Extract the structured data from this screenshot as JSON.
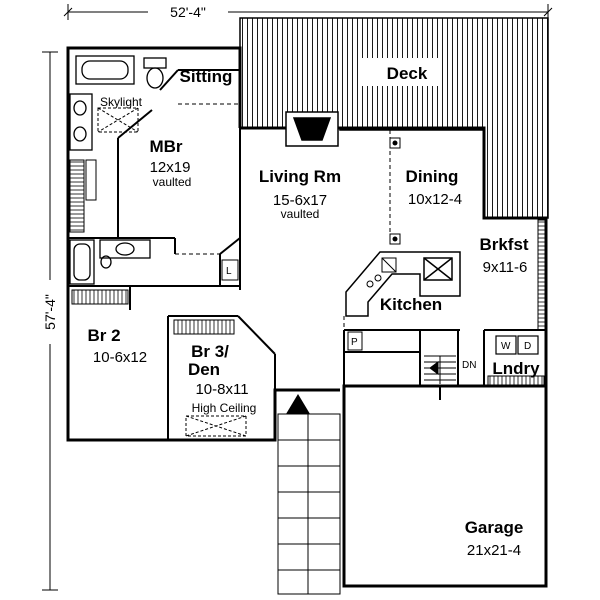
{
  "overall": {
    "width": "52'-4\"",
    "depth": "57'-4\""
  },
  "rooms": [
    {
      "id": "deck",
      "name": "Deck"
    },
    {
      "id": "sitting",
      "name": "Sitting"
    },
    {
      "id": "mbr",
      "name": "MBr",
      "size": "12x19",
      "note": "vaulted"
    },
    {
      "id": "living",
      "name": "Living Rm",
      "size": "15-6x17",
      "note": "vaulted"
    },
    {
      "id": "dining",
      "name": "Dining",
      "size": "10x12-4"
    },
    {
      "id": "brkfst",
      "name": "Brkfst",
      "size": "9x11-6"
    },
    {
      "id": "kitchen",
      "name": "Kitchen"
    },
    {
      "id": "br2",
      "name": "Br 2",
      "size": "10-6x12"
    },
    {
      "id": "br3",
      "name": "Br 3/",
      "name2": "Den",
      "size": "10-8x11",
      "note": "High Ceiling"
    },
    {
      "id": "lndry",
      "name": "Lndry"
    },
    {
      "id": "garage",
      "name": "Garage",
      "size": "21x21-4"
    }
  ],
  "features": {
    "skylight": "Skylight",
    "linen": "L",
    "pantry": "P",
    "down": "DN",
    "washer": "W",
    "dryer": "D"
  }
}
